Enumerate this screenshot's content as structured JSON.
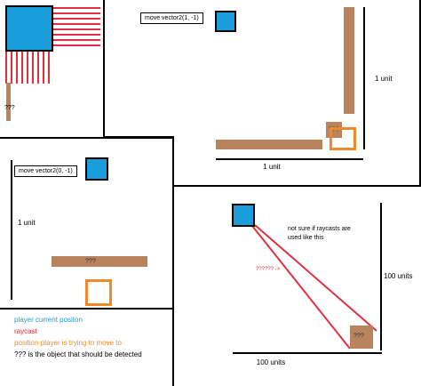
{
  "colors": {
    "player": "#1a9ddb",
    "raycast": "#e03040",
    "target": "#ef8a2a",
    "object": "#b9835e",
    "line": "#000000"
  },
  "scene1": {
    "object_label": "???"
  },
  "scene2": {
    "move_label": "move vector2(1, -1)",
    "object_label": "???",
    "y_unit_label": "1 unit",
    "x_unit_label": "1 unit"
  },
  "scene3": {
    "move_label": "move vector2(0, -1)",
    "y_unit_label": "1 unit",
    "object_label": "???"
  },
  "scene4": {
    "note_line1": "not sure if raycasts are",
    "note_line2": "used like this",
    "ray_label": "?????? ->",
    "object_label": "???",
    "y_unit_label": "100 units",
    "x_unit_label": "100 units"
  },
  "legend": {
    "player": "player current positon",
    "raycast": "raycast",
    "target": "position player is trying to move to",
    "object": "??? is the object that should be detected"
  }
}
